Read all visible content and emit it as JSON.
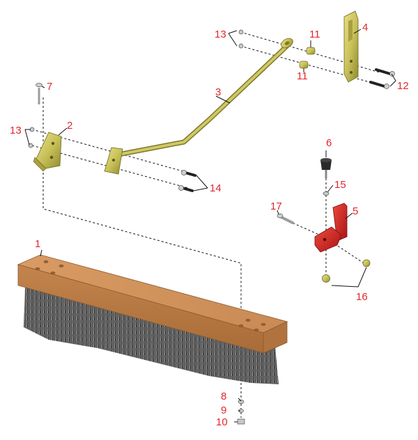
{
  "diagram": {
    "colors": {
      "callout": "#e3262b",
      "brass": "#c9c25a",
      "wood": "#c98a55",
      "bristle": "#6a6a6a",
      "bracket_red": "#d42424",
      "hardware": "#b8b8b8"
    },
    "parts": [
      {
        "id": "1"
      },
      {
        "id": "2"
      },
      {
        "id": "3"
      },
      {
        "id": "4"
      },
      {
        "id": "5"
      },
      {
        "id": "6"
      },
      {
        "id": "7"
      },
      {
        "id": "8"
      },
      {
        "id": "9"
      },
      {
        "id": "10"
      },
      {
        "id": "11"
      },
      {
        "id": "11"
      },
      {
        "id": "12"
      },
      {
        "id": "13"
      },
      {
        "id": "13"
      },
      {
        "id": "14"
      },
      {
        "id": "15"
      },
      {
        "id": "16"
      },
      {
        "id": "17"
      }
    ]
  }
}
